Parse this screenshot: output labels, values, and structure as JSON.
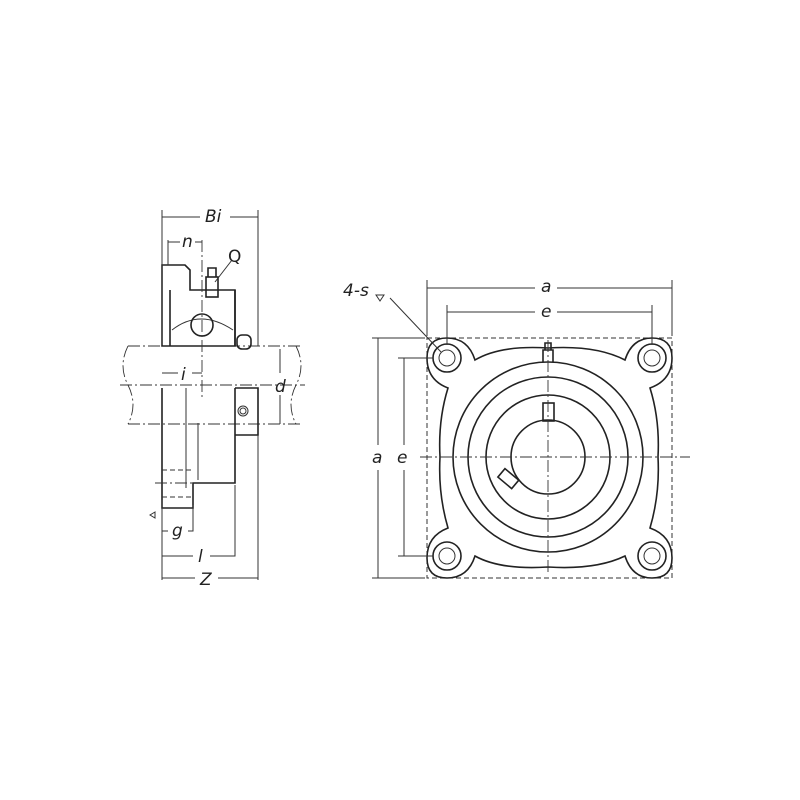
{
  "side_view": {
    "labels": {
      "Bi": "Bi",
      "n": "n",
      "Q": "Q",
      "i": "i",
      "d": "d",
      "g": "g",
      "l": "l",
      "Z": "Z"
    }
  },
  "front_view": {
    "labels": {
      "holes": "4-s",
      "a_top": "a",
      "e_top": "e",
      "a_left": "a",
      "e_left": "e"
    }
  }
}
